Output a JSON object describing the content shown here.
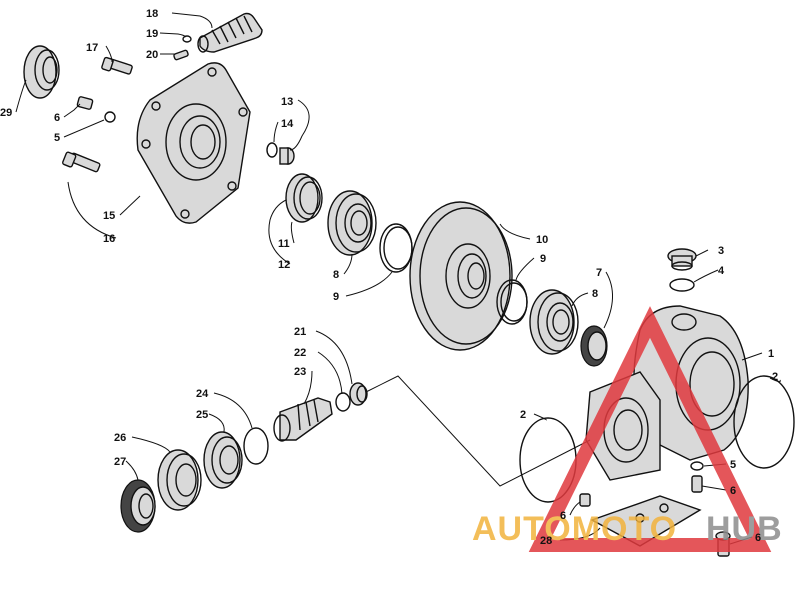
{
  "callouts": [
    {
      "id": "c18",
      "label": "18"
    },
    {
      "id": "c19",
      "label": "19"
    },
    {
      "id": "c20",
      "label": "20"
    },
    {
      "id": "c17",
      "label": "17"
    },
    {
      "id": "c29",
      "label": "29"
    },
    {
      "id": "c6a",
      "label": "6"
    },
    {
      "id": "c5a",
      "label": "5"
    },
    {
      "id": "c13",
      "label": "13"
    },
    {
      "id": "c14",
      "label": "14"
    },
    {
      "id": "c15",
      "label": "15"
    },
    {
      "id": "c16",
      "label": "16"
    },
    {
      "id": "c11",
      "label": "11"
    },
    {
      "id": "c12",
      "label": "12"
    },
    {
      "id": "c8a",
      "label": "8"
    },
    {
      "id": "c9a",
      "label": "9"
    },
    {
      "id": "c10",
      "label": "10"
    },
    {
      "id": "c9b",
      "label": "9"
    },
    {
      "id": "c7",
      "label": "7"
    },
    {
      "id": "c8b",
      "label": "8"
    },
    {
      "id": "c3",
      "label": "3"
    },
    {
      "id": "c4",
      "label": "4"
    },
    {
      "id": "c1",
      "label": "1"
    },
    {
      "id": "c2a",
      "label": "2"
    },
    {
      "id": "c2b",
      "label": "2"
    },
    {
      "id": "c5b",
      "label": "5"
    },
    {
      "id": "c6b",
      "label": "6"
    },
    {
      "id": "c6c",
      "label": "6"
    },
    {
      "id": "c6d",
      "label": "6"
    },
    {
      "id": "c28",
      "label": "28"
    },
    {
      "id": "c21",
      "label": "21"
    },
    {
      "id": "c22",
      "label": "22"
    },
    {
      "id": "c23",
      "label": "23"
    },
    {
      "id": "c24",
      "label": "24"
    },
    {
      "id": "c25",
      "label": "25"
    },
    {
      "id": "c26",
      "label": "26"
    },
    {
      "id": "c27",
      "label": "27"
    }
  ],
  "watermark": {
    "part1": "AUTOMOTO",
    "part2": "HUB",
    "color_primary": "#f2b33d",
    "color_secondary": "#8c8c8c",
    "color_logo": "#e0393e"
  },
  "colors": {
    "line": "#111111",
    "background": "#ffffff"
  }
}
